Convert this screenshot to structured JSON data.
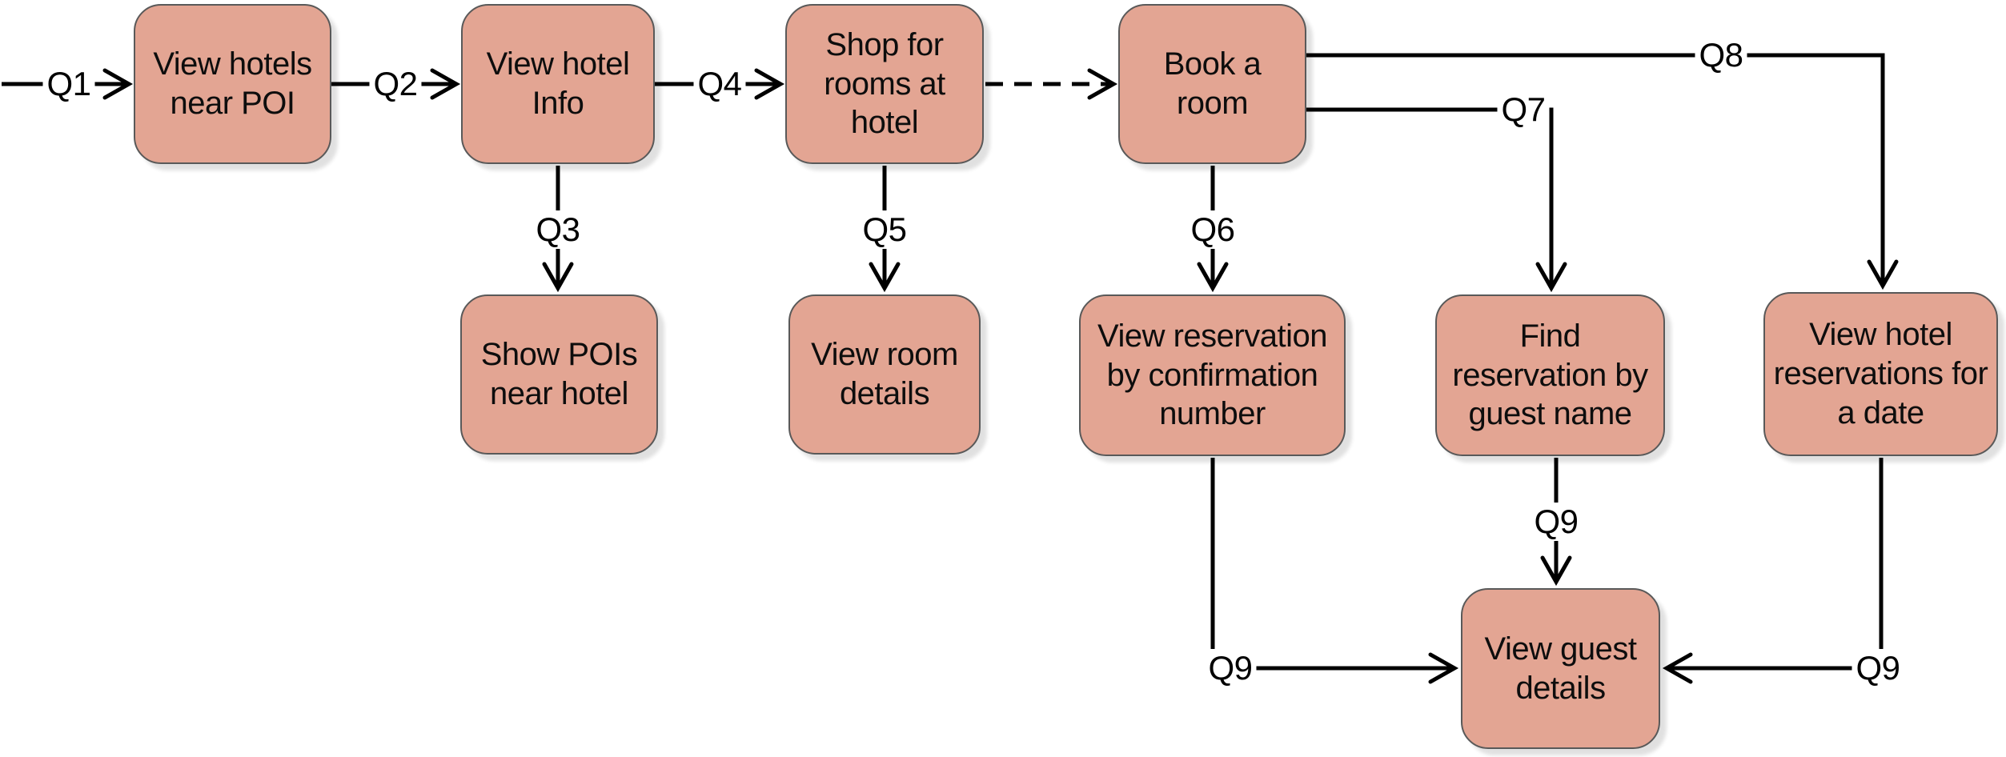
{
  "diagram_type": "flowchart",
  "colors": {
    "node_fill": "#e3a593",
    "node_border": "#595959",
    "line_color": "#000000",
    "background": "#ffffff"
  },
  "nodes": [
    {
      "id": "view-hotels-near-poi",
      "label": "View hotels near POI"
    },
    {
      "id": "view-hotel-info",
      "label": "View hotel Info"
    },
    {
      "id": "shop-for-rooms-at-hotel",
      "label": "Shop for rooms at hotel"
    },
    {
      "id": "book-a-room",
      "label": "Book a room"
    },
    {
      "id": "show-pois-near-hotel",
      "label": "Show POIs near hotel"
    },
    {
      "id": "view-room-details",
      "label": "View room details"
    },
    {
      "id": "view-reservation-by-confirmation-number",
      "label": "View reservation by confirmation number"
    },
    {
      "id": "find-reservation-by-guest-name",
      "label": "Find reservation by guest name"
    },
    {
      "id": "view-hotel-reservations-for-a-date",
      "label": "View hotel reservations for a date"
    },
    {
      "id": "view-guest-details",
      "label": "View guest details"
    }
  ],
  "edges": [
    {
      "label": "Q1",
      "from": "start",
      "to": "view-hotels-near-poi",
      "style": "solid"
    },
    {
      "label": "Q2",
      "from": "view-hotels-near-poi",
      "to": "view-hotel-info",
      "style": "solid"
    },
    {
      "label": "Q3",
      "from": "view-hotel-info",
      "to": "show-pois-near-hotel",
      "style": "solid"
    },
    {
      "label": "Q4",
      "from": "view-hotel-info",
      "to": "shop-for-rooms-at-hotel",
      "style": "solid"
    },
    {
      "label": "",
      "from": "shop-for-rooms-at-hotel",
      "to": "book-a-room",
      "style": "dashed"
    },
    {
      "label": "Q5",
      "from": "shop-for-rooms-at-hotel",
      "to": "view-room-details",
      "style": "solid"
    },
    {
      "label": "Q6",
      "from": "book-a-room",
      "to": "view-reservation-by-confirmation-number",
      "style": "solid"
    },
    {
      "label": "Q7",
      "from": "book-a-room",
      "to": "find-reservation-by-guest-name",
      "style": "solid"
    },
    {
      "label": "Q8",
      "from": "book-a-room",
      "to": "view-hotel-reservations-for-a-date",
      "style": "solid"
    },
    {
      "label": "Q9",
      "from": "view-reservation-by-confirmation-number",
      "to": "view-guest-details",
      "style": "solid"
    },
    {
      "label": "Q9",
      "from": "find-reservation-by-guest-name",
      "to": "view-guest-details",
      "style": "solid"
    },
    {
      "label": "Q9",
      "from": "view-hotel-reservations-for-a-date",
      "to": "view-guest-details",
      "style": "solid"
    }
  ]
}
